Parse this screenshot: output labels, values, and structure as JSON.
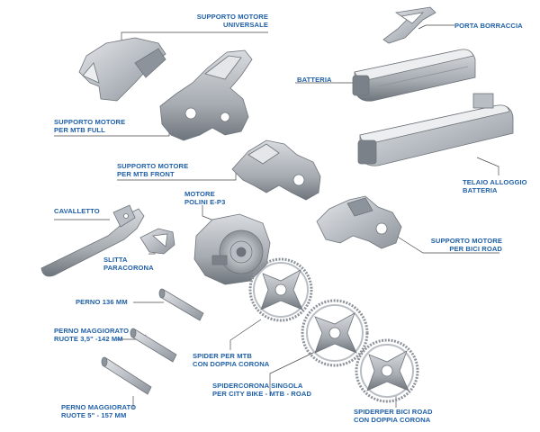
{
  "colors": {
    "label": "#1f5fa8",
    "leader": "#4a4a4a",
    "part_fill": "#c9cdd2",
    "part_dark": "#7b8188"
  },
  "labels": {
    "supporto_motore_universale": [
      "SUPPORTO MOTORE",
      "UNIVERSALE"
    ],
    "porta_borraccia": [
      "PORTA BORRACCIA"
    ],
    "batteria": [
      "BATTERIA"
    ],
    "supporto_motore_mtb_full": [
      "SUPPORTO MOTORE",
      "PER MTB FULL"
    ],
    "supporto_motore_mtb_front": [
      "SUPPORTO MOTORE",
      "PER MTB FRONT"
    ],
    "telaio_alloggio_batteria": [
      "TELAIO ALLOGGIO",
      "BATTERIA"
    ],
    "motore_polini": [
      "MOTORE",
      "POLINI E-P3"
    ],
    "cavalletto": [
      "CAVALLETTO"
    ],
    "slitta_paracorona": [
      "SLITTA",
      "PARACORONA"
    ],
    "supporto_motore_bici_road": [
      "SUPPORTO MOTORE",
      "PER BICI ROAD"
    ],
    "perno_136": [
      "PERNO 136 mm"
    ],
    "perno_maggiorato_35": [
      "PERNO MAGGIORATO",
      "RUOTE 3,5\" -142 mm"
    ],
    "spider_mtb": [
      "SPIDER PER MTB",
      "CON DOPPIA CORONA"
    ],
    "spidercorona_singola": [
      "SPIDERCORONA SINGOLA",
      "PER CITY BIKE - MTB - ROAD"
    ],
    "perno_maggiorato_5": [
      "PERNO MAGGIORATO",
      "RUOTE 5\" - 157 mm"
    ],
    "spider_bici_road": [
      "SPIDERPER BICI ROAD",
      "CON DOPPIA CORONA"
    ]
  }
}
